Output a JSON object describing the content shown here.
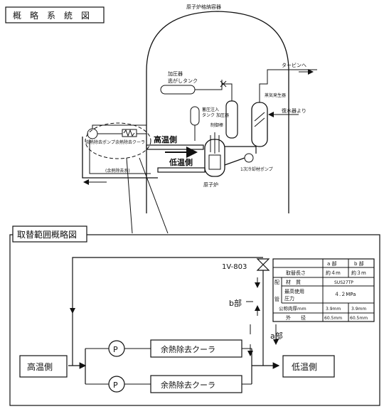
{
  "upper": {
    "title": "概　略　系　統　図",
    "containment": "原子炉格納容器",
    "pressurizer_relief_tank": "加圧器逃がしタンク",
    "pressurizer": "加圧器",
    "charging_tank": "蓄圧注入タンク",
    "control_rods": "制御棒",
    "reactor": "原子炉",
    "coolant_pump": "1次冷却材ポンプ",
    "steam_generator": "蒸気発生器",
    "to_turbine": "タービンへ",
    "from_condenser": "復水器より",
    "rhr_pump": "余熱除去ポンプ",
    "rhr_cooler": "余熱除去クーラ",
    "high_temp_side": "高温側",
    "low_temp_side": "低温側",
    "rhr_system": "(余熱除去系)"
  },
  "lower": {
    "title": "取替範囲概略図",
    "valve_label": "1V-803",
    "part_a": "a部",
    "part_b": "b部",
    "pump_symbol": "P",
    "cooler_1": "余熱除去クーラ",
    "cooler_2": "余熱除去クーラ",
    "high_temp_side": "高温側",
    "low_temp_side": "低温側"
  },
  "spec_table": {
    "headers": [
      "",
      "",
      "a 部",
      "b 部"
    ],
    "group_label_1": "配",
    "group_label_2": "管",
    "rows": [
      {
        "label": "取替長さ",
        "a": "約４m",
        "b": "約３m"
      },
      {
        "label": "材　質",
        "merged": "SUS27TP"
      },
      {
        "label": "最高使用圧力",
        "merged": "４.２MPa"
      },
      {
        "label": "公称肉厚mm",
        "a": "3.9mm",
        "b": "3.9mm"
      },
      {
        "label": "外　　径",
        "a": "60.5mm",
        "b": "60.5mm"
      }
    ]
  }
}
